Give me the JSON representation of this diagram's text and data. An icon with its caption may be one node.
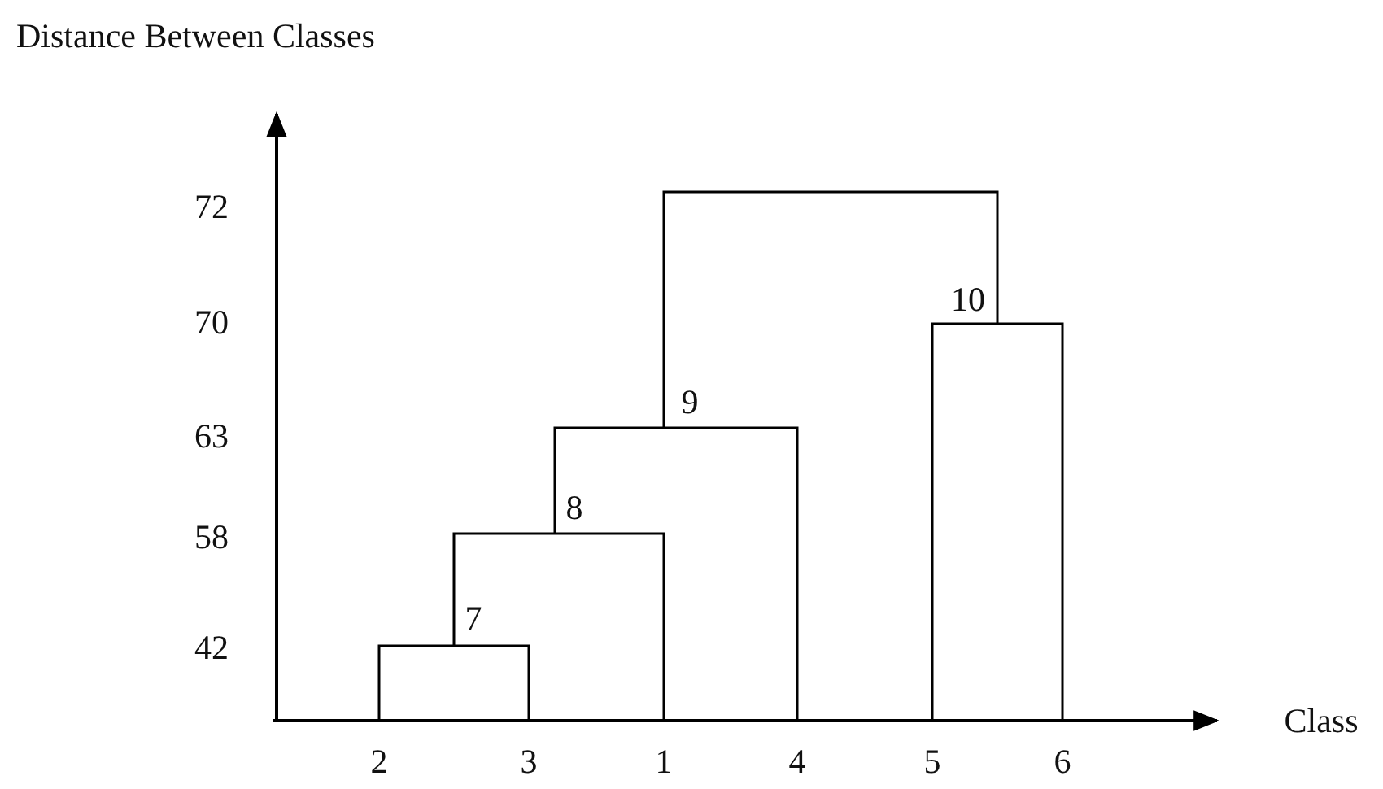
{
  "diagram": {
    "labels": [
      "Distance Between Classes",
      "72",
      "10",
      "70",
      "9",
      "63",
      "8",
      "58",
      "7",
      "42",
      "Class",
      "2",
      "3",
      "1",
      "4",
      "5",
      "6"
    ]
  }
}
